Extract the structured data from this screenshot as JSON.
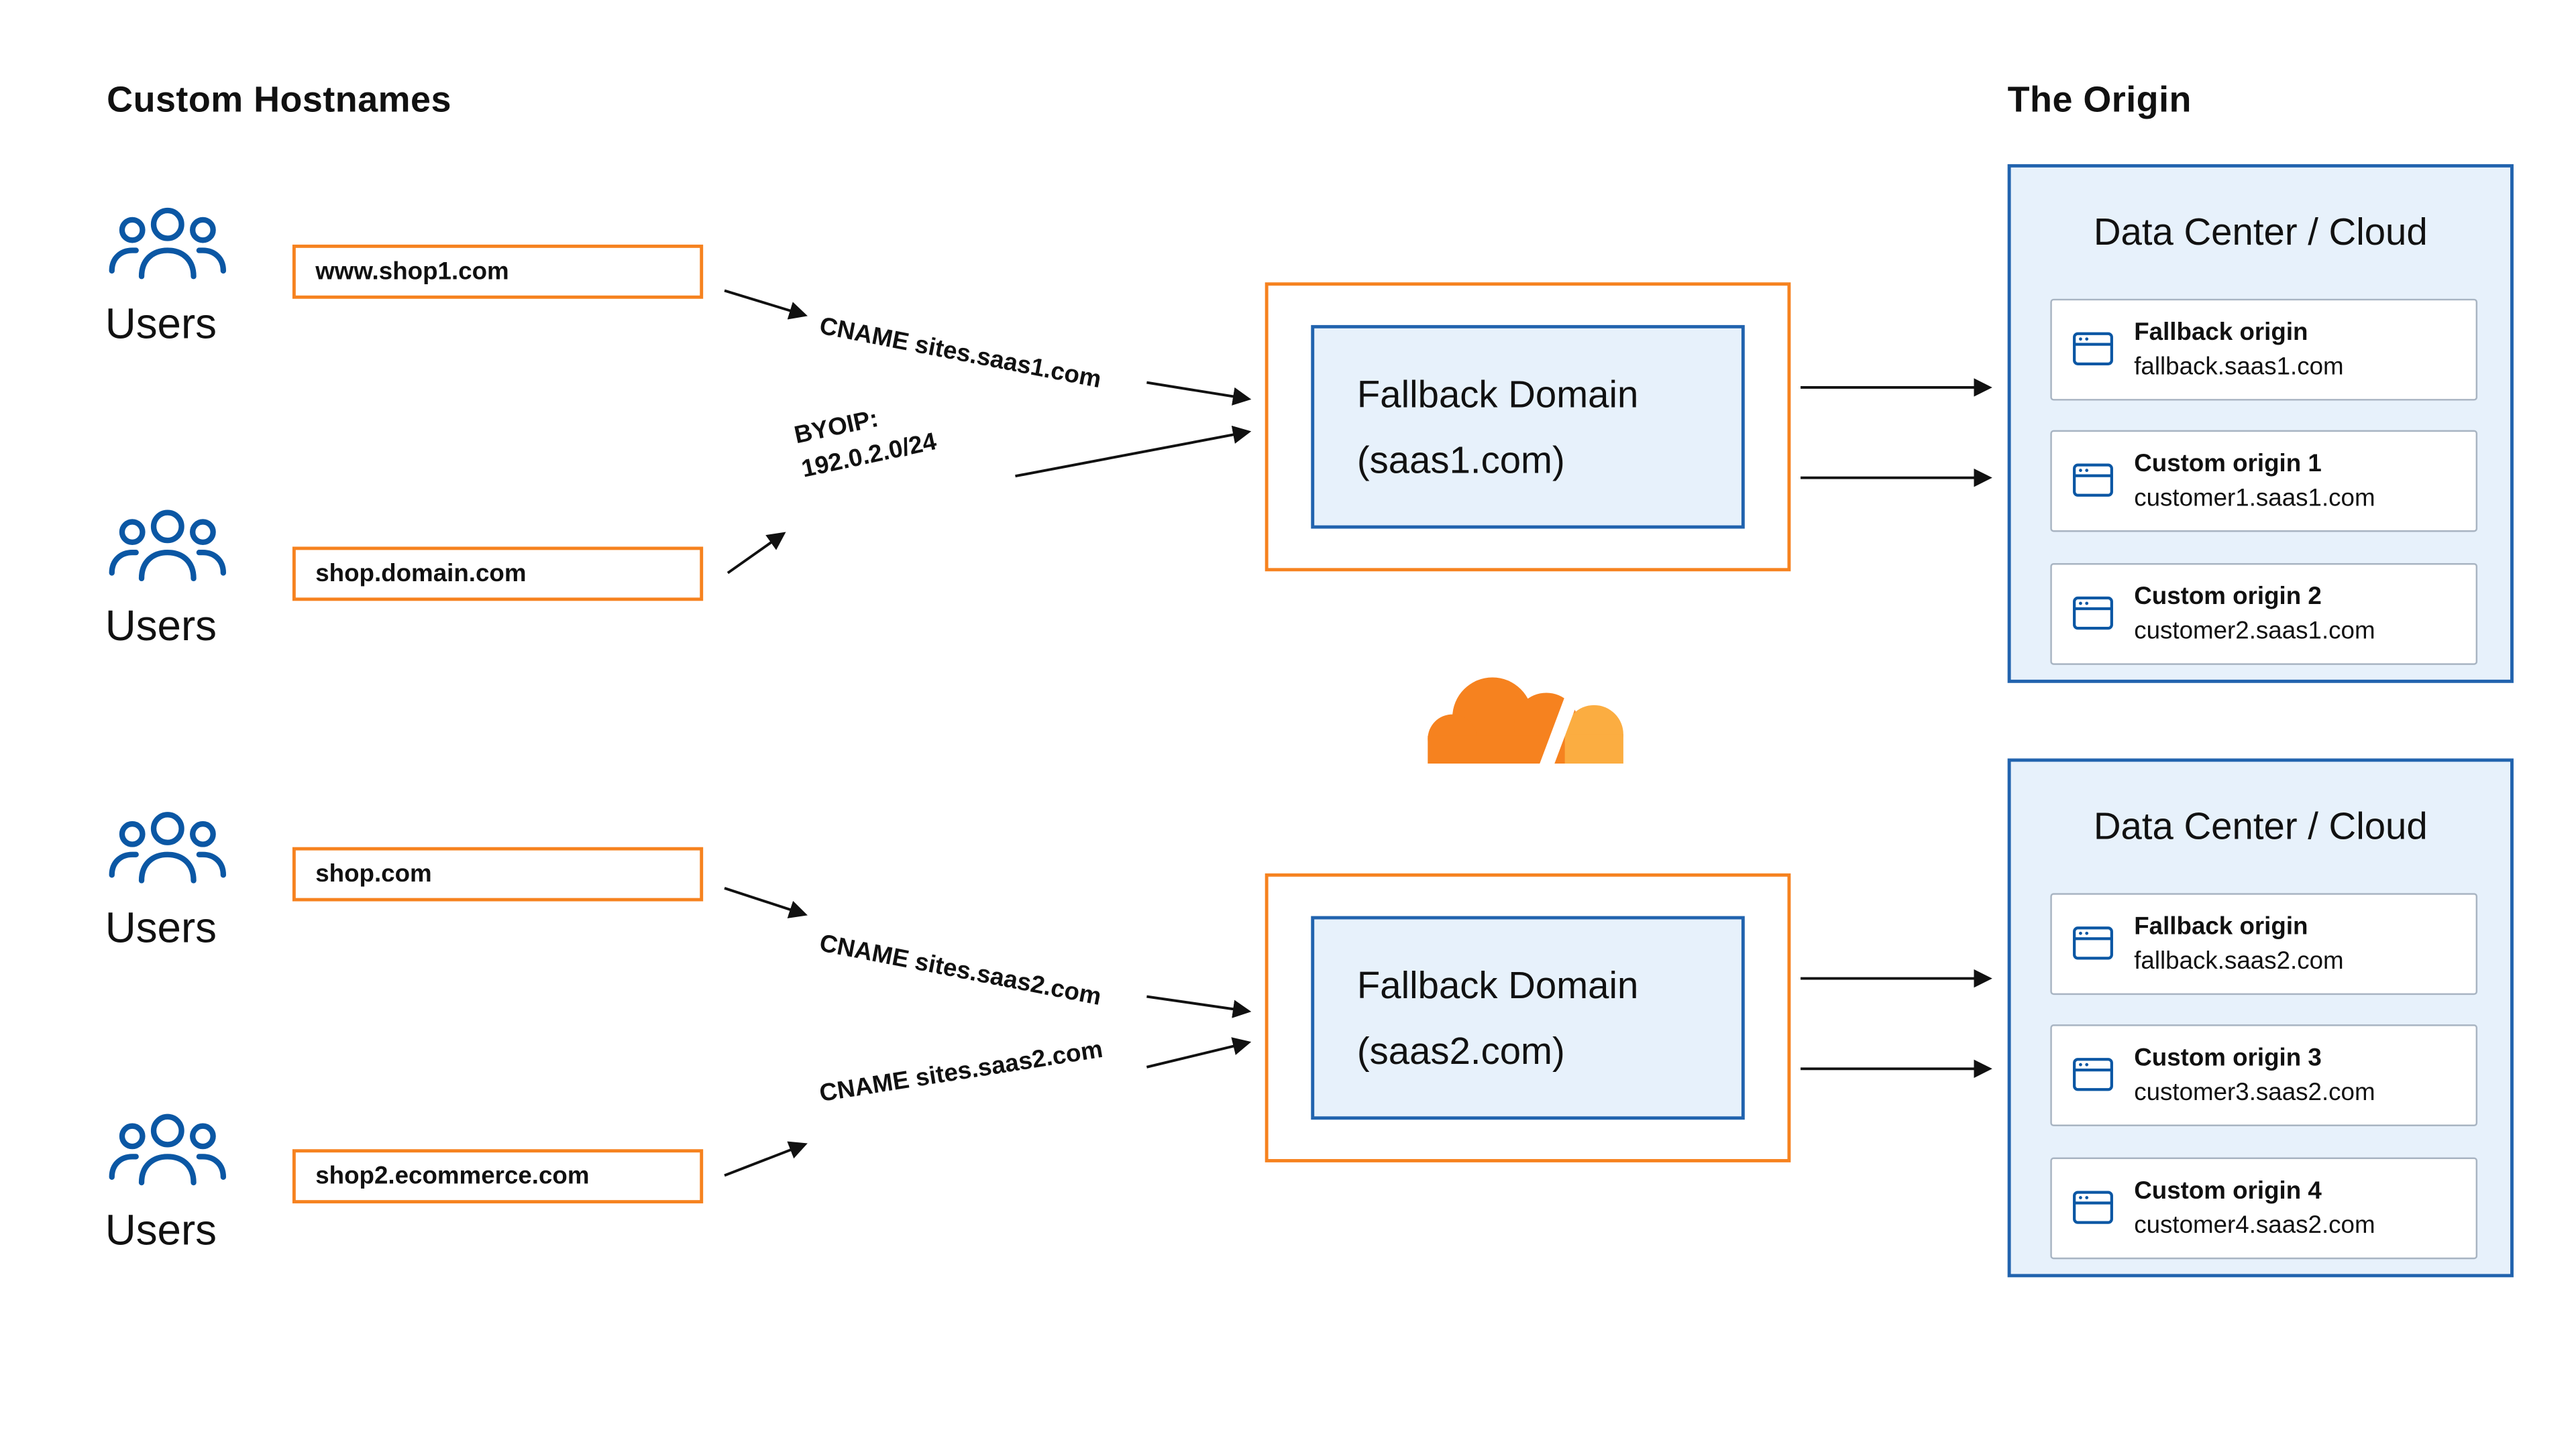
{
  "titles": {
    "left": "Custom Hostnames",
    "right": "The Origin"
  },
  "users_label": "Users",
  "hostnames": [
    "www.shop1.com",
    "shop.domain.com",
    "shop.com",
    "shop2.ecommerce.com"
  ],
  "routes": [
    {
      "label": "CNAME sites.saas1.com"
    },
    {
      "label": "BYOIP:\n192.0.2.0/24"
    },
    {
      "label": "CNAME sites.saas2.com"
    },
    {
      "label": "CNAME sites.saas2.com"
    }
  ],
  "fallback_domains": [
    {
      "line1": "Fallback Domain",
      "line2": "(saas1.com)"
    },
    {
      "line1": "Fallback Domain",
      "line2": "(saas2.com)"
    }
  ],
  "data_centers": [
    {
      "title": "Data Center / Cloud",
      "origins": [
        {
          "name": "Fallback origin",
          "host": "fallback.saas1.com"
        },
        {
          "name": "Custom origin 1",
          "host": "customer1.saas1.com"
        },
        {
          "name": "Custom origin 2",
          "host": "customer2.saas1.com"
        }
      ]
    },
    {
      "title": "Data Center / Cloud",
      "origins": [
        {
          "name": "Fallback origin",
          "host": "fallback.saas2.com"
        },
        {
          "name": "Custom origin 3",
          "host": "customer3.saas2.com"
        },
        {
          "name": "Custom origin 4",
          "host": "customer4.saas2.com"
        }
      ]
    }
  ],
  "icons": {
    "users": "users-icon",
    "origin_server": "browser-window-icon",
    "brand": "cloudflare-logo"
  },
  "colors": {
    "orange": "#F6821F",
    "gold": "#FBAD41",
    "blue_border": "#2163AE",
    "light_blue_bg": "#E7F1FB",
    "icon_blue": "#0B57A4",
    "card_border": "#A8B4C2",
    "text": "#111111"
  }
}
